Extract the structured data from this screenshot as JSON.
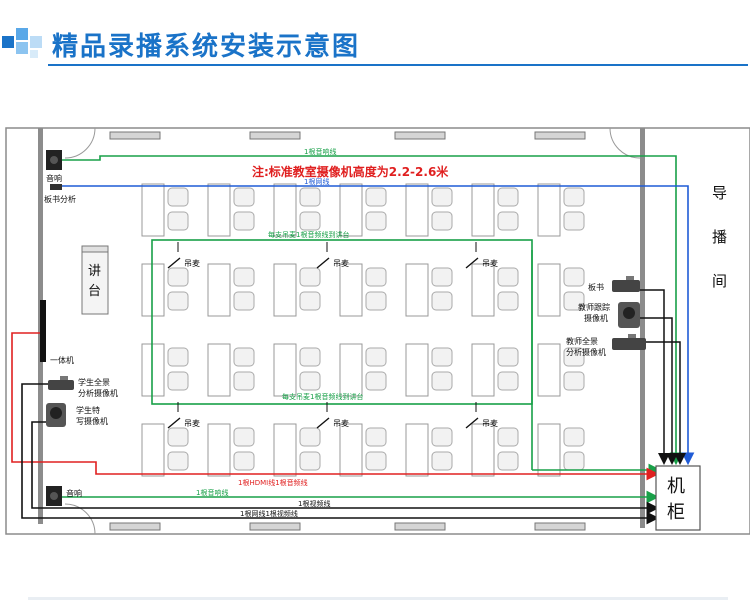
{
  "title": "精品录播系统安装示意图",
  "room_side_label": [
    "导",
    "播",
    "间"
  ],
  "note": "注:标准教室摄像机高度为2.2-2.6米",
  "equipment": {
    "speaker_top": "音响",
    "board_analysis": "板书分析",
    "podium": [
      "讲",
      "台"
    ],
    "all_in_one": "一体机",
    "student_pan": [
      "学生全景",
      "分析摄像机"
    ],
    "student_close": [
      "学生特",
      "写摄像机"
    ],
    "speaker_bottom": "音响",
    "blackboard_cam": "板书",
    "teacher_track": [
      "教师跟踪",
      "摄像机"
    ],
    "teacher_pan": [
      "教师全景",
      "分析摄像机"
    ],
    "cabinet": [
      "机",
      "柜"
    ],
    "hanging_mic": "吊麦"
  },
  "cables": {
    "audio_top": "1根音响线",
    "network_top": "1根网线",
    "mic_top": "每支吊麦1根音频线到讲台",
    "mic_bottom": "每支吊麦1根音频线到讲台",
    "hdmi_audio": "1根HDMI线1根音频线",
    "audio_bottom": "1根音响线",
    "video_bottom": "1根视频线",
    "network_video_bottom": "1根网线1根视频线"
  },
  "colors": {
    "title_blue": "#1a73c8",
    "audio_green": "#18a048",
    "network_blue": "#1f5bd6",
    "hdmi_red": "#e02020",
    "video_black": "#111111",
    "wall_gray": "#8c8c8c"
  }
}
